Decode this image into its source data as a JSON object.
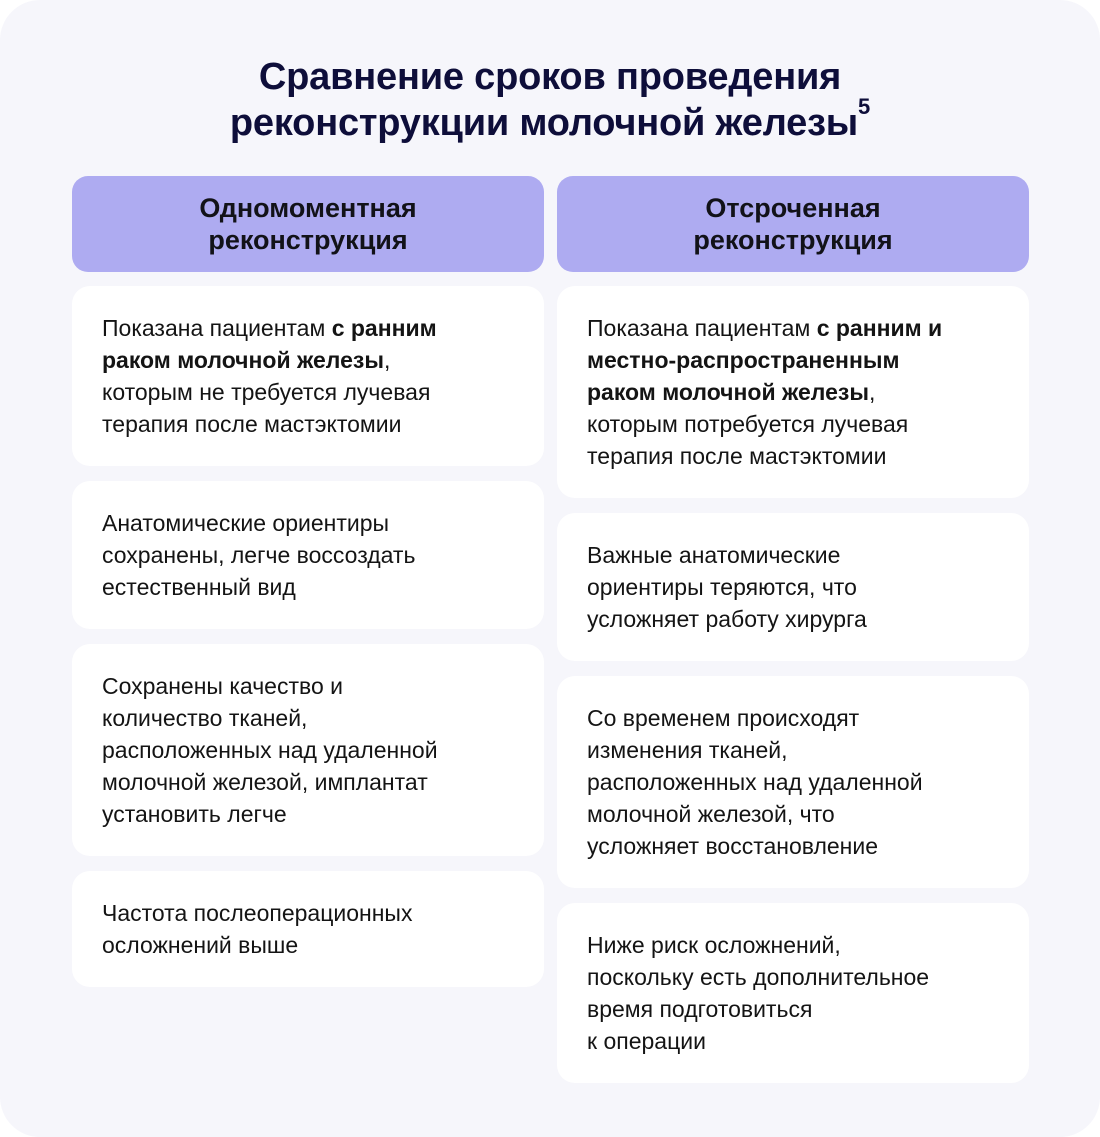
{
  "title": {
    "line1": "Сравнение сроков проведения",
    "line2": "реконструкции молочной железы",
    "footnote": "5"
  },
  "columns": [
    {
      "header": "Одномоментная\nреконструкция",
      "cards": [
        {
          "pre": "Показана пациентам ",
          "bold": "с ранним\nраком молочной железы",
          "post": ",\nкоторым не требуется лучевая\nтерапия после мастэктомии"
        },
        {
          "text": "Анатомические ориентиры\nсохранены, легче воссоздать\nестественный вид"
        },
        {
          "text": "Сохранены качество и\nколичество тканей,\nрасположенных над удаленной\nмолочной железой, имплантат\nустановить легче"
        },
        {
          "text": "Частота послеоперационных\nосложнений выше"
        }
      ]
    },
    {
      "header": "Отсроченная\nреконструкция",
      "cards": [
        {
          "pre": "Показана пациентам ",
          "bold": "с ранним и\nместно-распространенным\nраком молочной железы",
          "post": ",\nкоторым потребуется лучевая\nтерапия после мастэктомии"
        },
        {
          "text": "Важные анатомические\nориентиры теряются, что\nусложняет работу хирурга"
        },
        {
          "text": "Со временем происходят\nизменения тканей,\nрасположенных над удаленной\nмолочной железой, что\nусложняет восстановление"
        },
        {
          "text": "Ниже риск осложнений,\nпоскольку есть дополнительное\nвремя подготовиться\nк операции"
        }
      ]
    }
  ],
  "colors": {
    "background": "#f6f6fb",
    "header_bg": "#aeabf1",
    "title": "#0e0e3a",
    "card_bg": "#ffffff",
    "text": "#141414"
  }
}
